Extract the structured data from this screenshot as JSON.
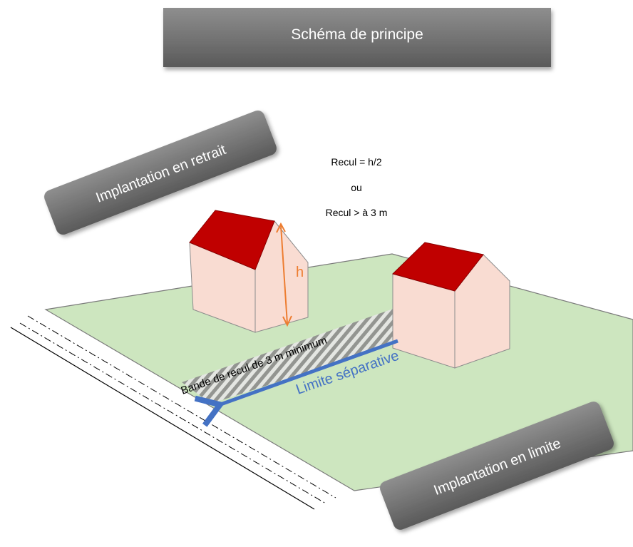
{
  "header": {
    "title": "Schéma de principe"
  },
  "labels": {
    "retrait": "Implantation en retrait",
    "limite": "Implantation en limite",
    "recul_line1": "Recul = h/2",
    "recul_line2": "ou",
    "recul_line3": "Recul > à 3 m",
    "height": "h",
    "bande": "Bande de recul de 3 m minimum",
    "limite_separative": "Limite séparative"
  },
  "colors": {
    "banner_gradient_top": "#8c8c8c",
    "banner_gradient_bottom": "#595959",
    "lawn": "#cde6bf",
    "roof": "#c00000",
    "wall": "#f9dcd2",
    "height_arrow": "#ed7d31",
    "limit_arrow": "#4472c4",
    "hatch": "#8c8c8c"
  }
}
